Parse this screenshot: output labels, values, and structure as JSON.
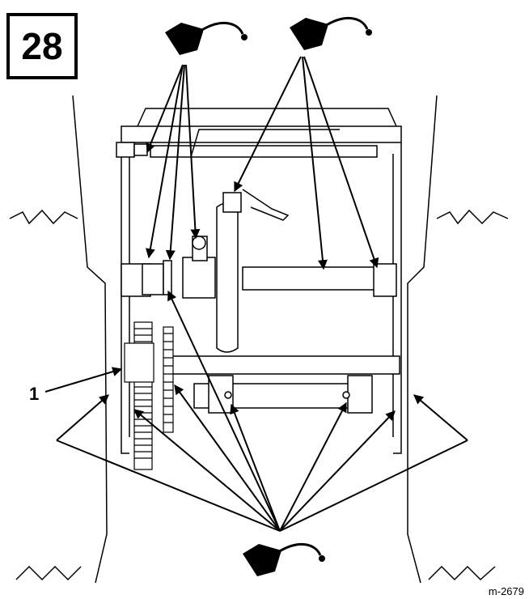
{
  "figure": {
    "number": "28"
  },
  "callouts": [
    {
      "label": "1"
    }
  ],
  "reference_code": "m-2679",
  "icons": {
    "grease_gun": "oil-can-icon",
    "count": 3
  },
  "colors": {
    "ink": "#000000",
    "paper": "#ffffff"
  }
}
